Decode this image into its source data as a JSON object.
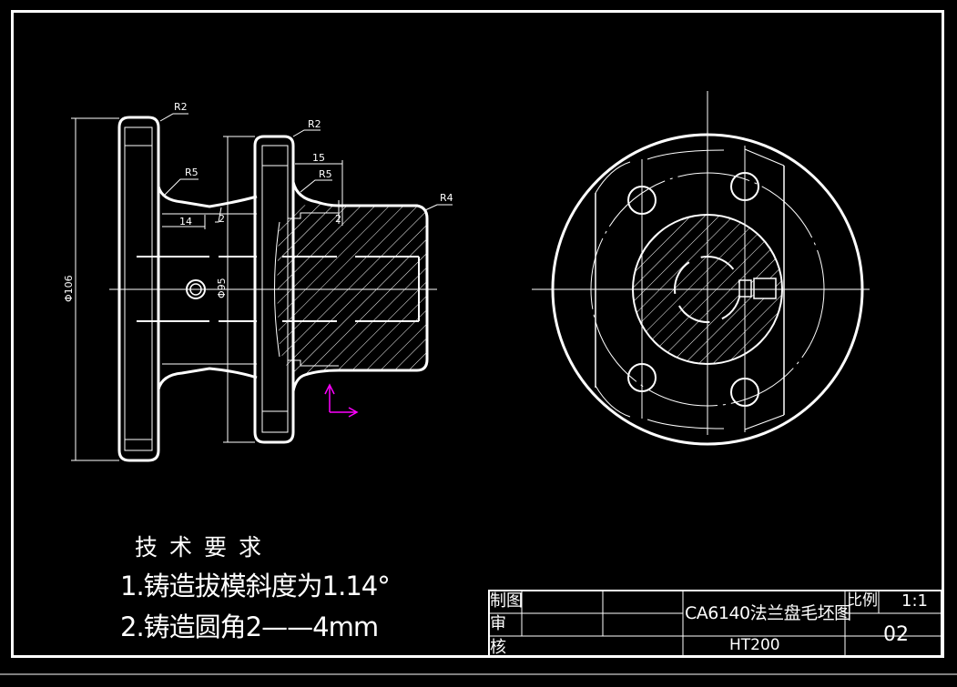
{
  "drawing": {
    "background": "#000000",
    "line_color": "#ffffff",
    "ucs_color": "#ff00ff",
    "front_view": {
      "dimensions": {
        "r2_left": "R2",
        "r5_left": "R5",
        "dim_14": "14",
        "dim_2_left": "2",
        "r2_right": "R2",
        "dim_15": "15",
        "r5_right": "R5",
        "dim_2_right": "2",
        "r4": "R4",
        "dia_106": "Φ106",
        "dia_95": "Φ95"
      }
    },
    "side_view": {
      "bolt_holes": 4
    }
  },
  "technical_requirements": {
    "title": "技术要求",
    "items": [
      "1.铸造拔模斜度为1.14°",
      "2.铸造圆角2——4mm"
    ]
  },
  "title_block": {
    "row_labels": [
      "制图",
      "审",
      "核"
    ],
    "drawing_title": "CA6140法兰盘毛坯图",
    "material": "HT200",
    "scale_label": "比例",
    "scale_value": "1:1",
    "drawing_number": "02"
  }
}
